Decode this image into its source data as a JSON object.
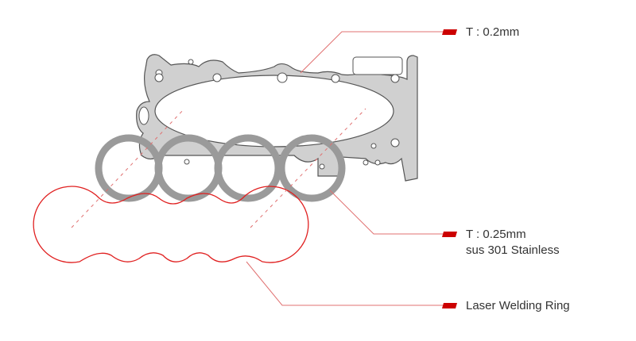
{
  "labels": {
    "thickness_gasket": "T : 0.2mm",
    "thickness_ring": "T : 0.25mm",
    "material_ring": "sus 301 Stainless",
    "welding_ring": "Laser Welding Ring"
  },
  "colors": {
    "accent": "#cc0000",
    "leader": "#e07070",
    "gasket_fill": "#d0d0d0",
    "ring_fill": "#9a9a9a",
    "outline": "#555555"
  }
}
